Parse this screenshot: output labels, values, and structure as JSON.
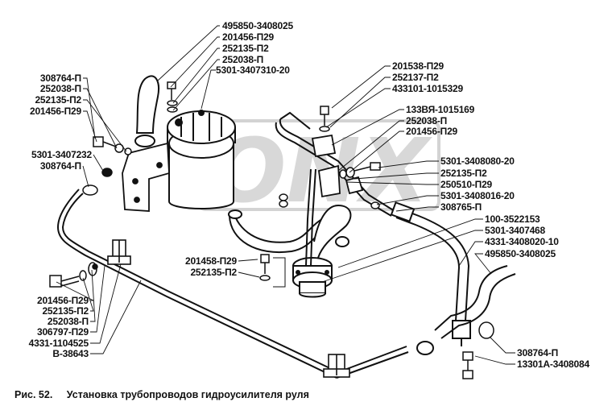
{
  "caption": {
    "number": "Рис. 52.",
    "title": "Установка трубопроводов гидроусилителя руля"
  },
  "watermark": "ONX",
  "labels": {
    "top_495850_3408025": "495850-3408025",
    "top_201456_P29": "201456-П29",
    "top_252135_P2": "252135-П2",
    "top_252038_P": "252038-П",
    "top_5301_3407310_20": "5301-3407310-20",
    "left_308764_P": "308764-П",
    "left_252038_P": "252038-П",
    "left_252135_P2": "252135-П2",
    "left_201456_P29": "201456-П29",
    "left_5301_3407232": "5301-3407232",
    "left2_308764_P": "308764-П",
    "r_201538_P29": "201538-П29",
    "r_252137_P2": "252137-П2",
    "r_433101_1015329": "433101-1015329",
    "r_133VYa_1015169": "133ВЯ-1015169",
    "r_252038_P": "252038-П",
    "r_201456_P29": "201456-П29",
    "r_5301_3408080_20": "5301-3408080-20",
    "r_252135_P2": "252135-П2",
    "r_250510_P29": "250510-П29",
    "r_5301_3408016_20": "5301-3408016-20",
    "r_308765_P": "308765-П",
    "r_100_3522153": "100-3522153",
    "r_5301_3407468": "5301-3407468",
    "r_4331_3408020_10": "4331-3408020-10",
    "r_495850_3408025": "495850-3408025",
    "mid_201458_P29": "201458-П29",
    "mid_252135_P2": "252135-П2",
    "bl_201456_P29": "201456-П29",
    "bl_252135_P2": "252135-П2",
    "bl_252038_P": "252038-П",
    "bl_306797_P29": "306797-П29",
    "bl_4331_1104525": "4331-1104525",
    "bl_V_38643": "В-38643",
    "br_308764_P": "308764-П",
    "br_13301A_3408084": "13301А-3408084"
  }
}
